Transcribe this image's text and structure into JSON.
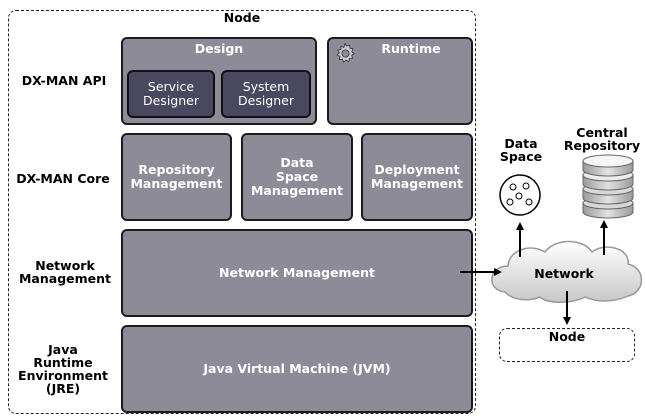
{
  "node_outer": {
    "title": "Node"
  },
  "layers": {
    "api": "DX-MAN API",
    "core": "DX-MAN Core",
    "network": "Network\nManagement",
    "jre": "Java\nRuntime\nEnvironment\n(JRE)"
  },
  "api": {
    "design": {
      "title": "Design",
      "service_designer": "Service\nDesigner",
      "system_designer": "System\nDesigner"
    },
    "runtime": {
      "title": "Runtime",
      "icon": "gear-icon"
    }
  },
  "core": {
    "repository_management": "Repository\nManagement",
    "data_space_management": "Data\nSpace\nManagement",
    "deployment_management": "Deployment\nManagement"
  },
  "network_management": "Network Management",
  "jvm": "Java Virtual Machine (JVM)",
  "external": {
    "data_space": {
      "label": "Data\nSpace",
      "icon": "data-space-icon"
    },
    "central_repository": {
      "label": "Central\nRepository",
      "icon": "database-icon"
    },
    "network_cloud": {
      "label": "Network",
      "icon": "cloud-icon"
    },
    "node": "Node"
  },
  "colors": {
    "box_fill": "#8e8b99",
    "inner_fill": "#4a4760",
    "border": "#1c1c1c"
  }
}
